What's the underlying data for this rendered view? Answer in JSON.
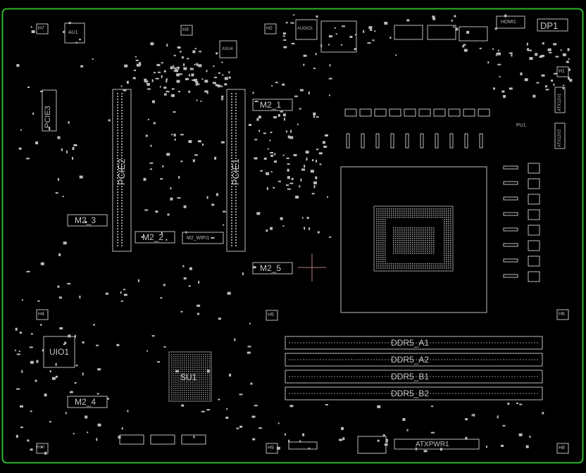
{
  "board": {
    "outline_color": "#2db52d",
    "silkscreen_color": "#bdbdbd",
    "background": "#000000"
  },
  "labels": {
    "dp1": "DP1",
    "hdmi1": "HDMI1",
    "audio1": "AUDIO1",
    "au1": "AU1",
    "h7": "H7",
    "h3": "H3",
    "h2": "H2",
    "h1": "H1",
    "h4": "H4",
    "h5": "H5",
    "h6": "H6",
    "h8": "H8",
    "h9": "H9",
    "h10": "H10",
    "asu4": "ASU4",
    "pu1": "PU1",
    "pcie2": "PCIE2",
    "pcie1": "PCIE1",
    "pcie3": "PCIE3",
    "m2_1": "M2_1",
    "m2_2": "M2_2",
    "m2_3": "M2_3",
    "m2_4": "M2_4",
    "m2_5": "M2_5",
    "m2_wifi1": "M2_WIFI1",
    "uio1": "UIO1",
    "su1": "SU1",
    "ddr5_a1": "DDR5_A1",
    "ddr5_a2": "DDR5_A2",
    "ddr5_b1": "DDR5_B1",
    "ddr5_b2": "DDR5_B2",
    "atxpwr1": "ATXPWR1",
    "atx12v1": "ATX12V1",
    "atx12v2": "ATX12V2"
  }
}
